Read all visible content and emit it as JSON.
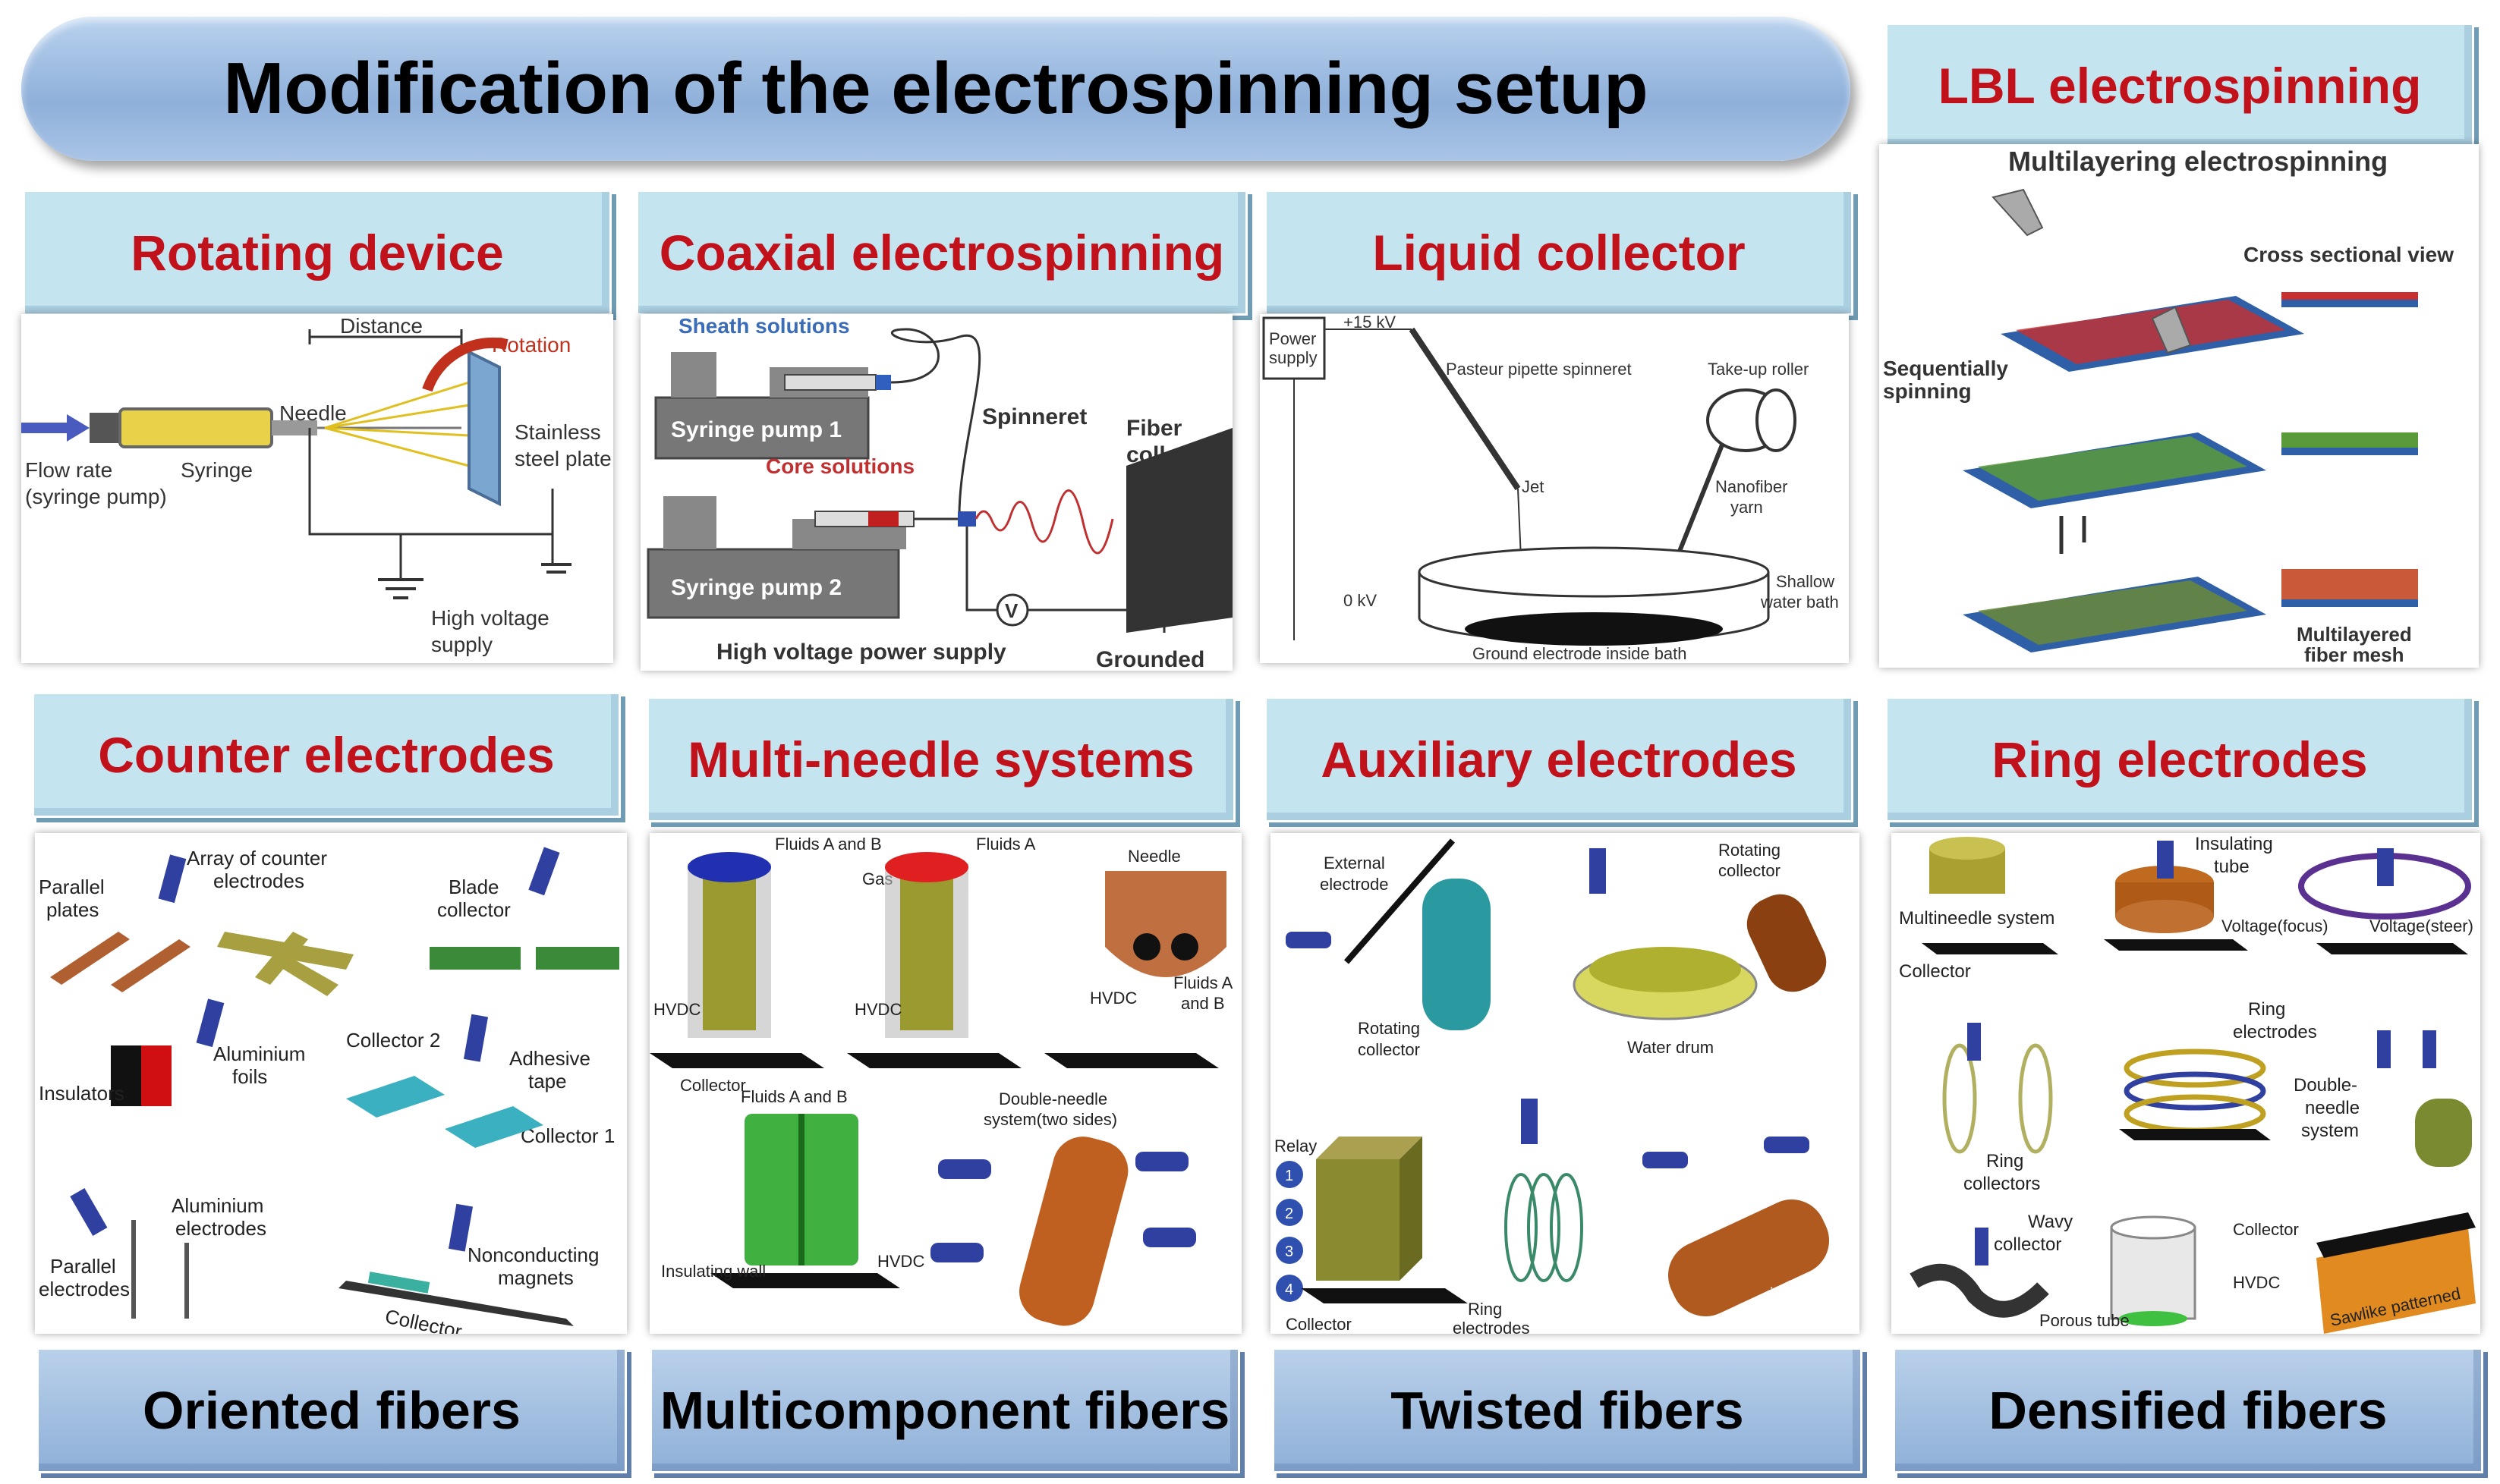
{
  "title": "Modification of the electrospinning setup",
  "headers": {
    "rotating": "Rotating device",
    "coaxial": "Coaxial electrospinning",
    "liquid": "Liquid collector",
    "lbl": "LBL electrospinning",
    "counter": "Counter electrodes",
    "multineedle": "Multi-needle systems",
    "auxiliary": "Auxiliary electrodes",
    "ring": "Ring electrodes"
  },
  "footers": {
    "oriented": "Oriented fibers",
    "multicomponent": "Multicomponent fibers",
    "twisted": "Twisted fibers",
    "densified": "Densified fibers"
  },
  "rotating_panel": {
    "distance": "Distance",
    "rotation": "Rotation",
    "needle": "Needle",
    "stainless1": "Stainless",
    "stainless2": "steel plate",
    "flow1": "Flow rate",
    "flow2": "(syringe pump)",
    "syringe": "Syringe",
    "hv1": "High voltage",
    "hv2": "supply"
  },
  "coaxial_panel": {
    "sheath": "Sheath solutions",
    "pump1": "Syringe pump 1",
    "spinneret": "Spinneret",
    "fiber1": "Fiber",
    "fiber2": "collector",
    "core": "Core solutions",
    "pump2": "Syringe pump 2",
    "v": "V",
    "hv": "High voltage power supply",
    "grounded": "Grounded"
  },
  "liquid_panel": {
    "power1": "Power",
    "power2": "supply",
    "kv15": "+15 kV",
    "pasteur": "Pasteur pipette spinneret",
    "takeup": "Take-up roller",
    "jet": "Jet",
    "nano1": "Nanofiber",
    "nano2": "yarn",
    "kv0": "0 kV",
    "shallow1": "Shallow",
    "shallow2": "water bath",
    "ground": "Ground electrode inside bath"
  },
  "lbl_panel": {
    "multilayer": "Multilayering electrospinning",
    "cross": "Cross sectional view",
    "seq1": "Sequentially",
    "seq2": "spinning",
    "mesh1": "Multilayered",
    "mesh2": "fiber mesh"
  },
  "counter_panel": {
    "parallel_plates1": "Parallel",
    "parallel_plates2": "plates",
    "array1": "Array of counter",
    "array2": "electrodes",
    "blade1": "Blade",
    "blade2": "collector",
    "alu1": "Aluminium",
    "alu2": "foils",
    "insulators": "Insulators",
    "coll2": "Collector 2",
    "adh1": "Adhesive",
    "adh2": "tape",
    "coll1": "Collector 1",
    "alue1": "Aluminium",
    "alue2": "electrodes",
    "pe1": "Parallel",
    "pe2": "electrodes",
    "nc1": "Nonconducting",
    "nc2": "magnets",
    "collector": "Collector"
  },
  "multineedle_panel": {
    "fab": "Fluids A and B",
    "fa": "Fluids A",
    "gas": "Gas",
    "needle": "Needle",
    "hvdc": "HVDC",
    "fab2_1": "Fluids A",
    "fab2_2": "and B",
    "collector": "Collector",
    "fab3": "Fluids A and B",
    "dn1": "Double-needle",
    "dn2": "system(two sides)",
    "iw": "Insulating wall"
  },
  "auxiliary_panel": {
    "ext1": "External",
    "ext2": "electrode",
    "rc1": "Rotating",
    "rc2": "collector",
    "wd": "Water drum",
    "relay": "Relay",
    "collector": "Collector",
    "ring1": "Ring",
    "ring2": "electrodes",
    "n1": "1",
    "n2": "2",
    "n3": "3",
    "n4": "4"
  },
  "ring_panel": {
    "it1": "Insulating",
    "it2": "tube",
    "mn": "Multineedle system",
    "vf": "Voltage(focus)",
    "vs": "Voltage(steer)",
    "collector": "Collector",
    "re1": "Ring",
    "re2": "electrodes",
    "dn1": "Double-",
    "dn2": "needle",
    "dn3": "system",
    "rc1": "Ring",
    "rc2": "collectors",
    "wc1": "Wavy",
    "wc2": "collector",
    "pt": "Porous tube",
    "hvdc": "HVDC",
    "saw": "Sawlike patterned"
  },
  "colors": {
    "header_fill": "#c4e4ef",
    "header_text": "#c1121c",
    "footer_fill": "#a3bfe2",
    "pill_fill": "#a9c4e6"
  }
}
